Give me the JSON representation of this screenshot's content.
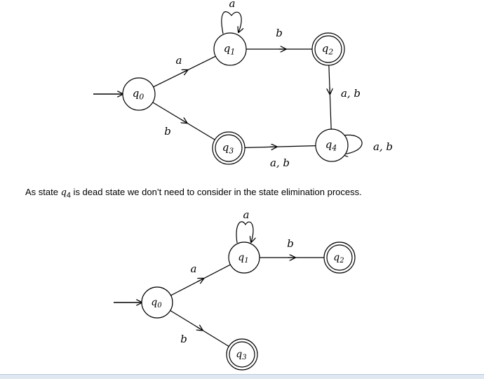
{
  "diagram1": {
    "states": [
      {
        "id": "q0",
        "label": "q0"
      },
      {
        "id": "q1",
        "label": "q1"
      },
      {
        "id": "q2",
        "label": "q2"
      },
      {
        "id": "q3",
        "label": "q3"
      },
      {
        "id": "q4",
        "label": "q4"
      }
    ],
    "accepting": [
      "q2",
      "q3"
    ],
    "start": "q0",
    "transitions": [
      {
        "from": "q0",
        "to": "q1",
        "label": "a"
      },
      {
        "from": "q0",
        "to": "q3",
        "label": "b"
      },
      {
        "from": "q1",
        "to": "q1",
        "label": "a"
      },
      {
        "from": "q1",
        "to": "q2",
        "label": "b"
      },
      {
        "from": "q2",
        "to": "q4",
        "label": "a, b"
      },
      {
        "from": "q3",
        "to": "q4",
        "label": "a, b"
      },
      {
        "from": "q4",
        "to": "q4",
        "label": "a, b"
      }
    ]
  },
  "caption": {
    "prefix": "As state ",
    "state": "q",
    "state_sub": "4",
    "suffix": " is dead state we don’t need to consider in the state elimination process."
  },
  "diagram2": {
    "states": [
      {
        "id": "q0",
        "label": "q0"
      },
      {
        "id": "q1",
        "label": "q1"
      },
      {
        "id": "q2",
        "label": "q2"
      },
      {
        "id": "q3",
        "label": "q3"
      }
    ],
    "accepting": [
      "q2",
      "q3"
    ],
    "start": "q0",
    "transitions": [
      {
        "from": "q0",
        "to": "q1",
        "label": "a"
      },
      {
        "from": "q0",
        "to": "q3",
        "label": "b"
      },
      {
        "from": "q1",
        "to": "q1",
        "label": "a"
      },
      {
        "from": "q1",
        "to": "q2",
        "label": "b"
      }
    ]
  }
}
